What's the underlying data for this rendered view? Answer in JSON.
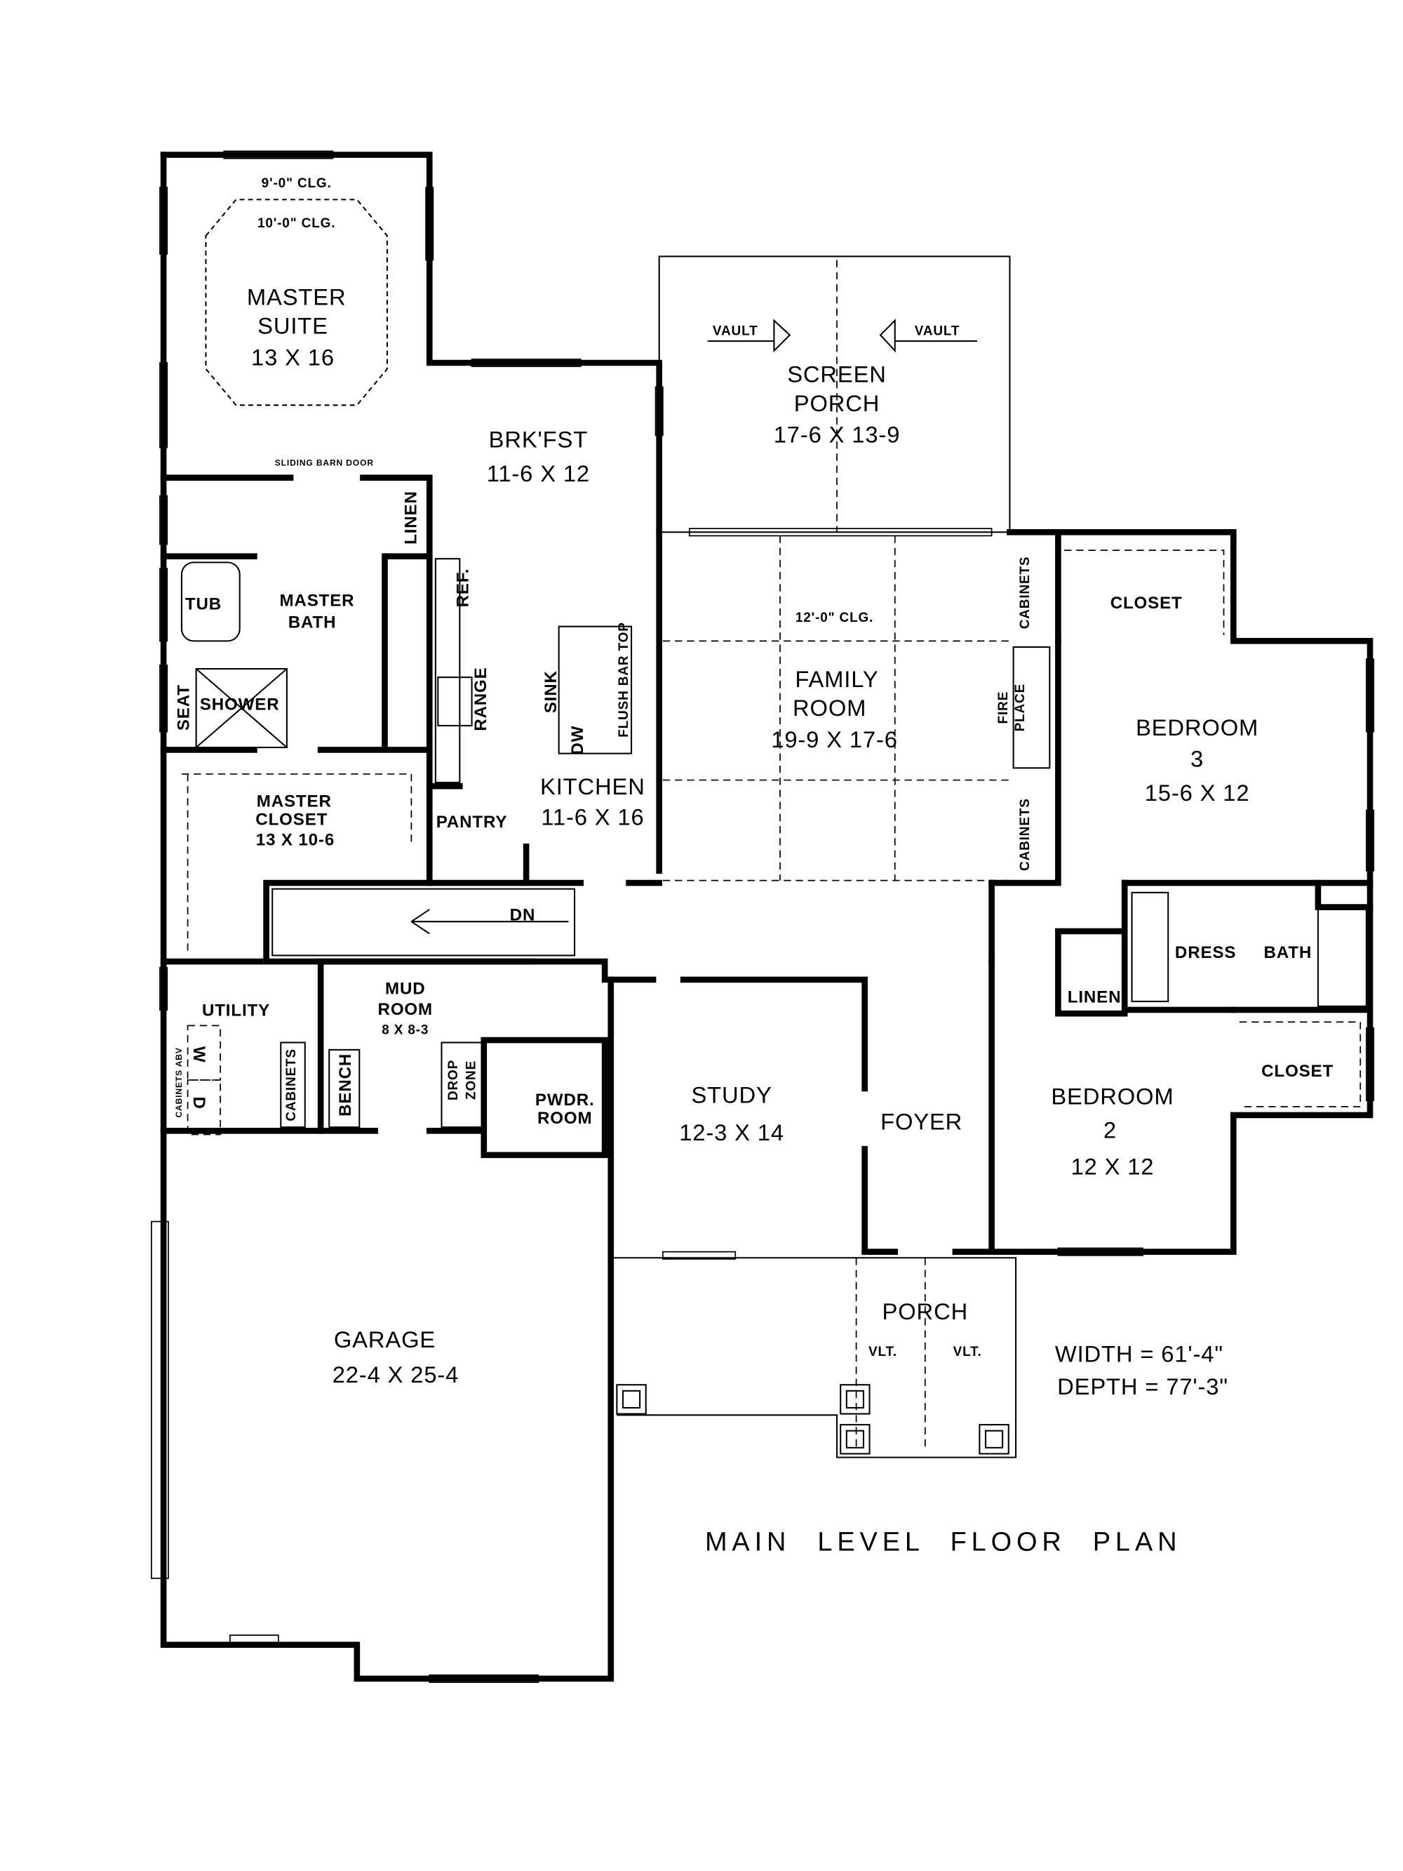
{
  "title": "MAIN LEVEL FLOOR PLAN",
  "dimensions": {
    "width": "WIDTH = 61'-4\"",
    "depth": "DEPTH = 77'-3\""
  },
  "master_suite": {
    "ceiling_outer": "9'-0\" CLG.",
    "ceiling_inner": "10'-0\" CLG.",
    "name1": "MASTER",
    "name2": "SUITE",
    "size": "13 X 16",
    "barn_door": "SLIDING BARN DOOR"
  },
  "breakfast": {
    "name": "BRK'FST",
    "size": "11-6 X 12"
  },
  "screen_porch": {
    "name1": "SCREEN",
    "name2": "PORCH",
    "size": "17-6 X 13-9",
    "vault_left": "VAULT",
    "vault_right": "VAULT"
  },
  "family_room": {
    "ceiling": "12'-0\" CLG.",
    "name1": "FAMILY",
    "name2": "ROOM",
    "size": "19-9 X 17-6",
    "cabinets_top": "CABINETS",
    "cabinets_bottom": "CABINETS",
    "fireplace1": "FIRE",
    "fireplace2": "PLACE"
  },
  "bedroom3": {
    "closet": "CLOSET",
    "name1": "BEDROOM",
    "name2": "3",
    "size": "15-6 X 12"
  },
  "master_bath": {
    "linen": "LINEN",
    "name1": "MASTER",
    "name2": "BATH",
    "tub": "TUB",
    "shower": "SHOWER",
    "seat": "SEAT"
  },
  "kitchen": {
    "ref": "REF.",
    "range": "RANGE",
    "sink": "SINK",
    "dw": "DW",
    "bar": "FLUSH BAR TOP",
    "name": "KITCHEN",
    "size": "11-6 X 16",
    "pantry": "PANTRY"
  },
  "master_closet": {
    "name1": "MASTER",
    "name2": "CLOSET",
    "size": "13 X 10-6"
  },
  "stairs": {
    "label": "DN"
  },
  "bedroom2_suite": {
    "dress": "DRESS",
    "bath": "BATH",
    "linen": "LINEN",
    "closet": "CLOSET",
    "name1": "BEDROOM",
    "name2": "2",
    "size": "12 X 12"
  },
  "mud_room": {
    "name1": "MUD",
    "name2": "ROOM",
    "size": "8 X 8-3",
    "utility": "UTILITY",
    "cabinets_abv": "CABINETS ABV",
    "washer": "W",
    "dryer": "D",
    "cabinets": "CABINETS",
    "bench": "BENCH",
    "drop1": "DROP",
    "drop2": "ZONE"
  },
  "powder": {
    "name1": "PWDR.",
    "name2": "ROOM"
  },
  "study": {
    "name": "STUDY",
    "size": "12-3 X 14"
  },
  "foyer": {
    "name": "FOYER"
  },
  "porch": {
    "name": "PORCH",
    "vlt_left": "VLT.",
    "vlt_right": "VLT."
  },
  "garage": {
    "name": "GARAGE",
    "size": "22-4 X 25-4"
  }
}
